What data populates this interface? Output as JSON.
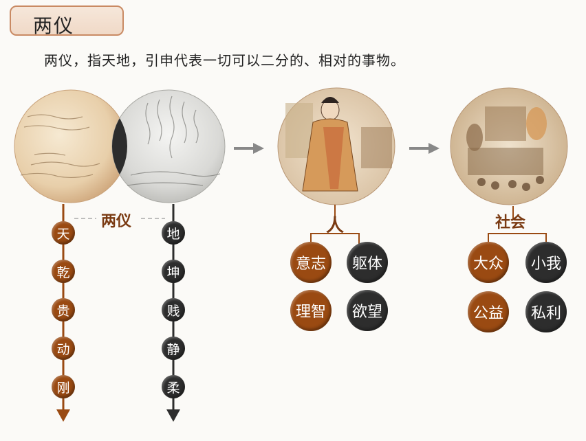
{
  "header": {
    "title": "两仪"
  },
  "description": "两仪，指天地，引申代表一切可以二分的、相对的事物。",
  "diagram": {
    "center_label": "两仪",
    "person_label": "人",
    "society_label": "社会",
    "yang_column": [
      "天",
      "乾",
      "贵",
      "动",
      "刚"
    ],
    "yin_column": [
      "地",
      "坤",
      "贱",
      "静",
      "柔"
    ],
    "person_nodes": [
      {
        "label": "意志",
        "tone": "brown"
      },
      {
        "label": "躯体",
        "tone": "dark"
      },
      {
        "label": "理智",
        "tone": "brown"
      },
      {
        "label": "欲望",
        "tone": "dark"
      }
    ],
    "society_nodes": [
      {
        "label": "大众",
        "tone": "brown"
      },
      {
        "label": "小我",
        "tone": "dark"
      },
      {
        "label": "公益",
        "tone": "brown"
      },
      {
        "label": "私利",
        "tone": "dark"
      }
    ],
    "colors": {
      "yang": "#9a4a12",
      "yin": "#2d2d2d",
      "arrow": "#888888"
    }
  }
}
